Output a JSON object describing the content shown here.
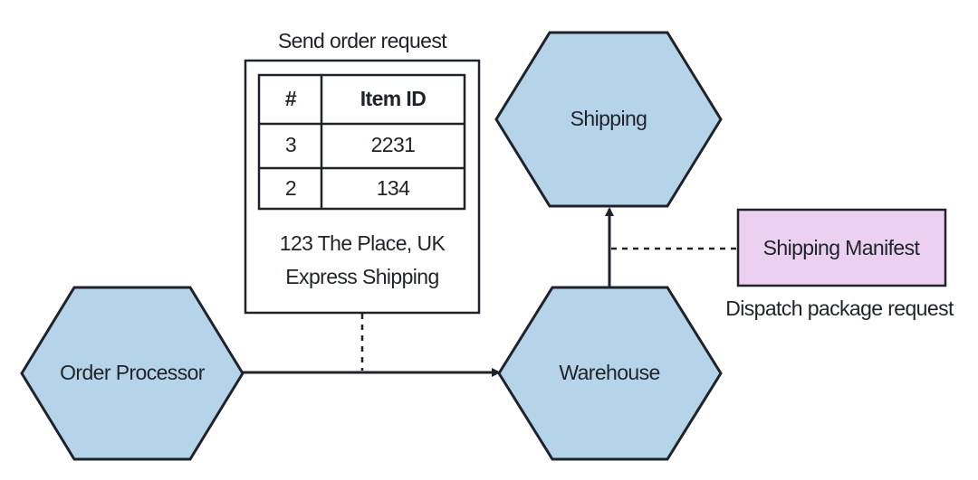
{
  "nodes": {
    "order_processor": "Order Processor",
    "warehouse": "Warehouse",
    "shipping": "Shipping"
  },
  "order_request": {
    "caption": "Send order request",
    "table": {
      "headers": [
        "#",
        "Item ID"
      ],
      "rows": [
        [
          "3",
          "2231"
        ],
        [
          "2",
          "134"
        ]
      ]
    },
    "address": "123 The Place, UK",
    "shipping_method": "Express Shipping"
  },
  "manifest": {
    "label": "Shipping Manifest",
    "caption": "Dispatch package request"
  },
  "colors": {
    "node_fill": "#b5d4ea",
    "manifest_fill": "#ebd0f1",
    "stroke": "#1f2329"
  }
}
